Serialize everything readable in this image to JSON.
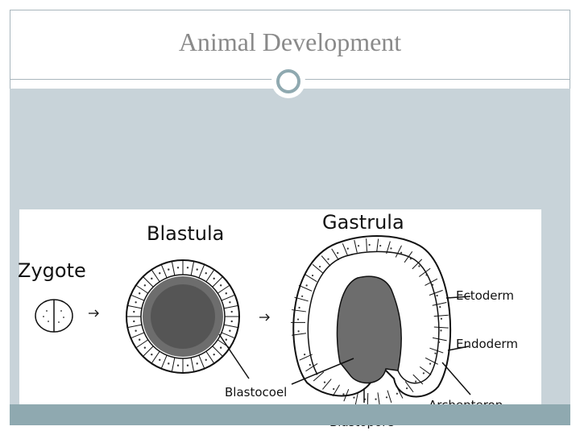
{
  "slide": {
    "title": "Animal Development"
  },
  "diagram": {
    "labels": {
      "zygote": "Zygote",
      "blastula": "Blastula",
      "gastrula": "Gastrula",
      "blastocoel": "Blastocoel",
      "blastopore": "Blastopore",
      "archenteron": "Archenteron",
      "ectoderm": "Ectoderm",
      "endoderm": "Endoderm"
    },
    "colors": {
      "panel": "#c8d3d9",
      "accent": "#8fa9b0",
      "ink": "#111111"
    }
  }
}
